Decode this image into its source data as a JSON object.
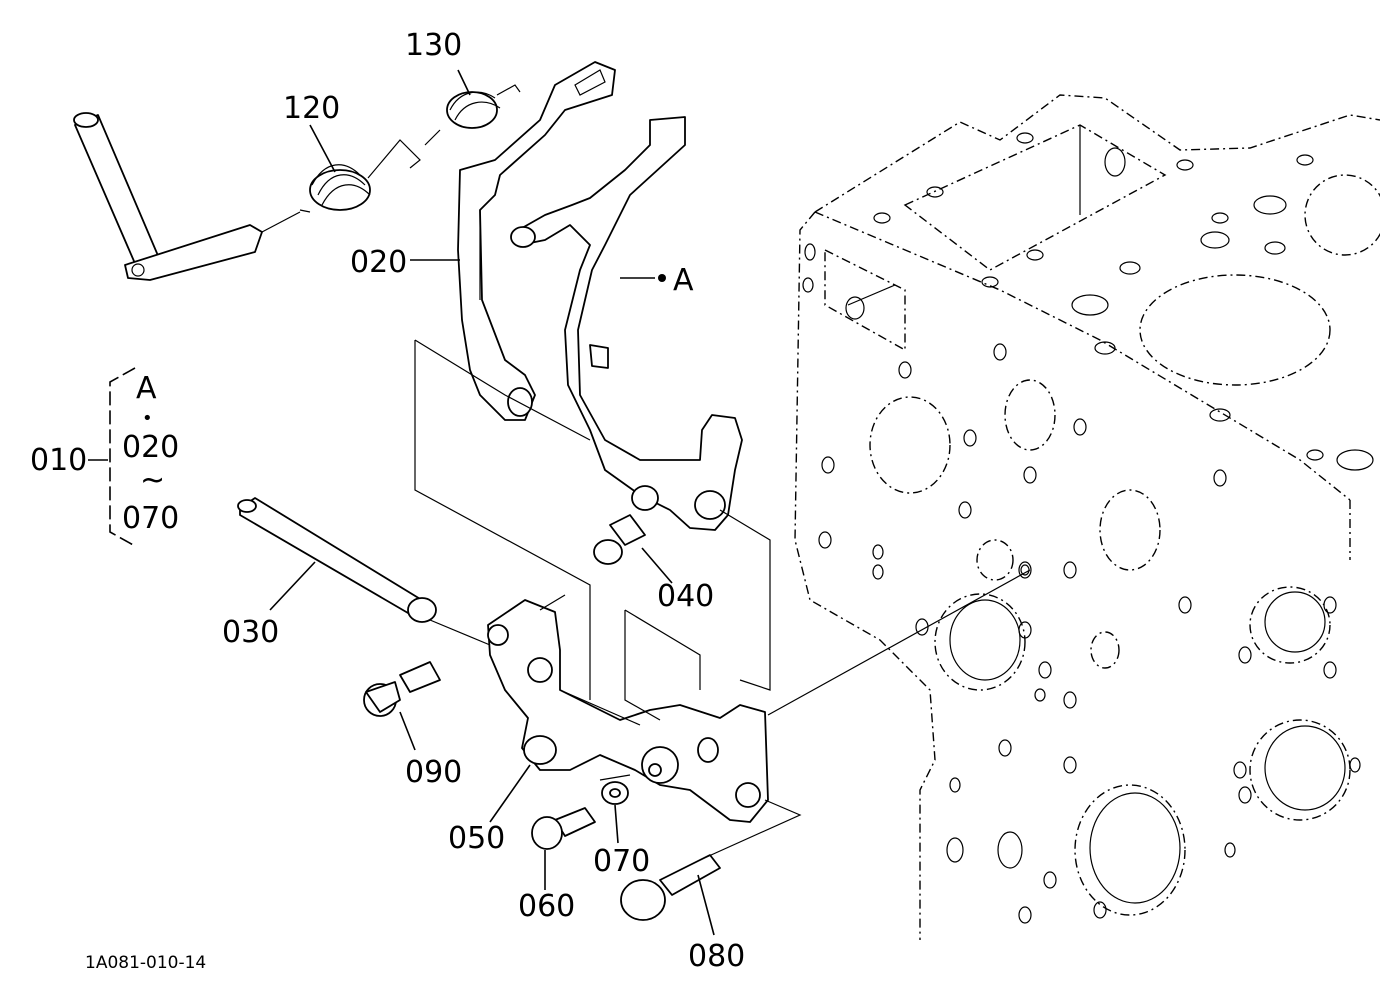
{
  "diagram": {
    "drawing_code": "1A081-010-14",
    "group_label": "010",
    "group_range": {
      "top": "A",
      "dot": "•",
      "from": "020",
      "tilde": "~",
      "to": "070"
    },
    "reference_mark": "A",
    "callouts": [
      {
        "id": "130",
        "label": "130"
      },
      {
        "id": "120",
        "label": "120"
      },
      {
        "id": "020",
        "label": "020"
      },
      {
        "id": "030",
        "label": "030"
      },
      {
        "id": "040",
        "label": "040"
      },
      {
        "id": "090",
        "label": "090"
      },
      {
        "id": "050",
        "label": "050"
      },
      {
        "id": "070",
        "label": "070"
      },
      {
        "id": "060",
        "label": "060"
      },
      {
        "id": "080",
        "label": "080"
      }
    ]
  }
}
